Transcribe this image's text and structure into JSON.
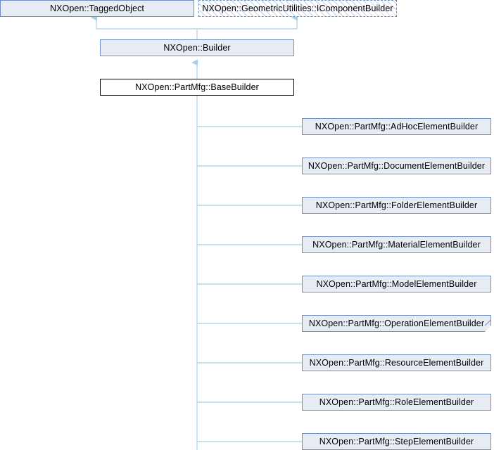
{
  "diagram": {
    "type": "class-inheritance-graph",
    "title": "NXOpen::PartMfg::BaseBuilder inheritance diagram",
    "edge_color": "#a8d0e6",
    "box_fill": "#e8ecf5",
    "box_border": "#6f8fc0",
    "current_fill": "#ffffff",
    "current_border": "#000000"
  },
  "nodes": {
    "tagged_object": {
      "label": "NXOpen::TaggedObject",
      "kind": "class"
    },
    "icomponent_builder": {
      "label": "NXOpen::GeometricUtilities::IComponentBuilder",
      "kind": "interface"
    },
    "builder": {
      "label": "NXOpen::Builder",
      "kind": "class"
    },
    "base_builder": {
      "label": "NXOpen::PartMfg::BaseBuilder",
      "kind": "current"
    }
  },
  "derived": [
    {
      "label": "NXOpen::PartMfg::AdHocElementBuilder",
      "folded": false
    },
    {
      "label": "NXOpen::PartMfg::DocumentElementBuilder",
      "folded": false
    },
    {
      "label": "NXOpen::PartMfg::FolderElementBuilder",
      "folded": false
    },
    {
      "label": "NXOpen::PartMfg::MaterialElementBuilder",
      "folded": false
    },
    {
      "label": "NXOpen::PartMfg::ModelElementBuilder",
      "folded": false
    },
    {
      "label": "NXOpen::PartMfg::OperationElementBuilder",
      "folded": true
    },
    {
      "label": "NXOpen::PartMfg::ResourceElementBuilder",
      "folded": false
    },
    {
      "label": "NXOpen::PartMfg::RoleElementBuilder",
      "folded": false
    },
    {
      "label": "NXOpen::PartMfg::StepElementBuilder",
      "folded": false
    }
  ]
}
